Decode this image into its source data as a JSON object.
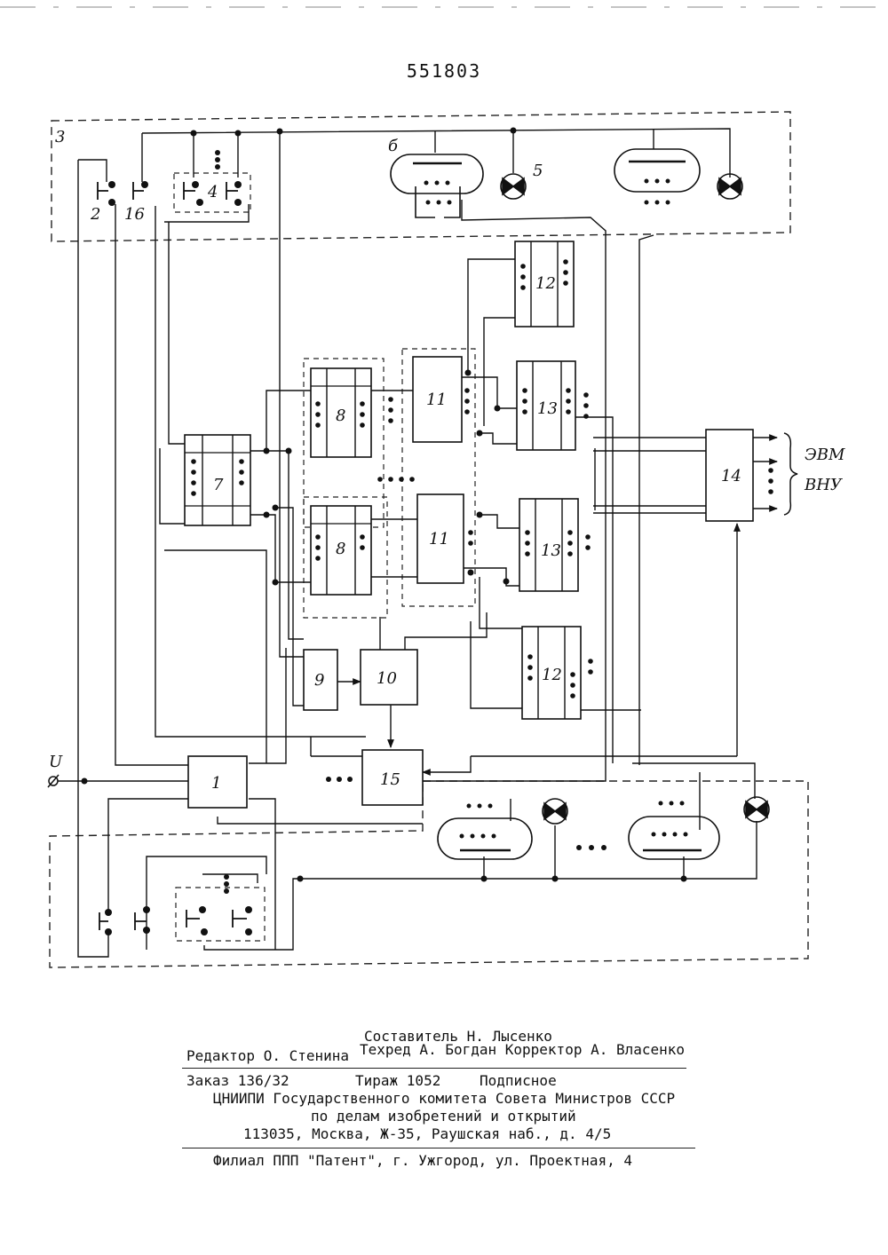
{
  "patent_number": "551803",
  "figure_labels": {
    "frame_top": "3",
    "switch_a": "2",
    "switch_b": "16",
    "switch_group": "4",
    "lamp_5": "5",
    "indicator_6": "б",
    "block_1": "1",
    "block_7": "7",
    "block_8": "8",
    "block_9": "9",
    "block_10": "10",
    "block_11": "11",
    "block_12": "12",
    "block_13": "13",
    "block_14": "14",
    "block_15": "15",
    "input": "U",
    "out_1": "ЭВМ",
    "out_2": "ВНУ"
  },
  "colophon": {
    "compiler": "Составитель Н. Лысенко",
    "editor": "Редактор О. Стенина",
    "techred_corrector": "Техред А. Богдан Корректор А. Власенко",
    "order": "Заказ 136/32",
    "circulation": "Тираж 1052",
    "subscription": "Подписное",
    "org_1": "ЦНИИПИ Государственного комитета Совета Министров СССР",
    "org_2": "по делам изобретений и открытий",
    "address": "113035, Москва, Ж-35, Раушская наб., д. 4/5",
    "branch": "Филиал ППП \"Патент\", г. Ужгород, ул. Проектная, 4"
  }
}
